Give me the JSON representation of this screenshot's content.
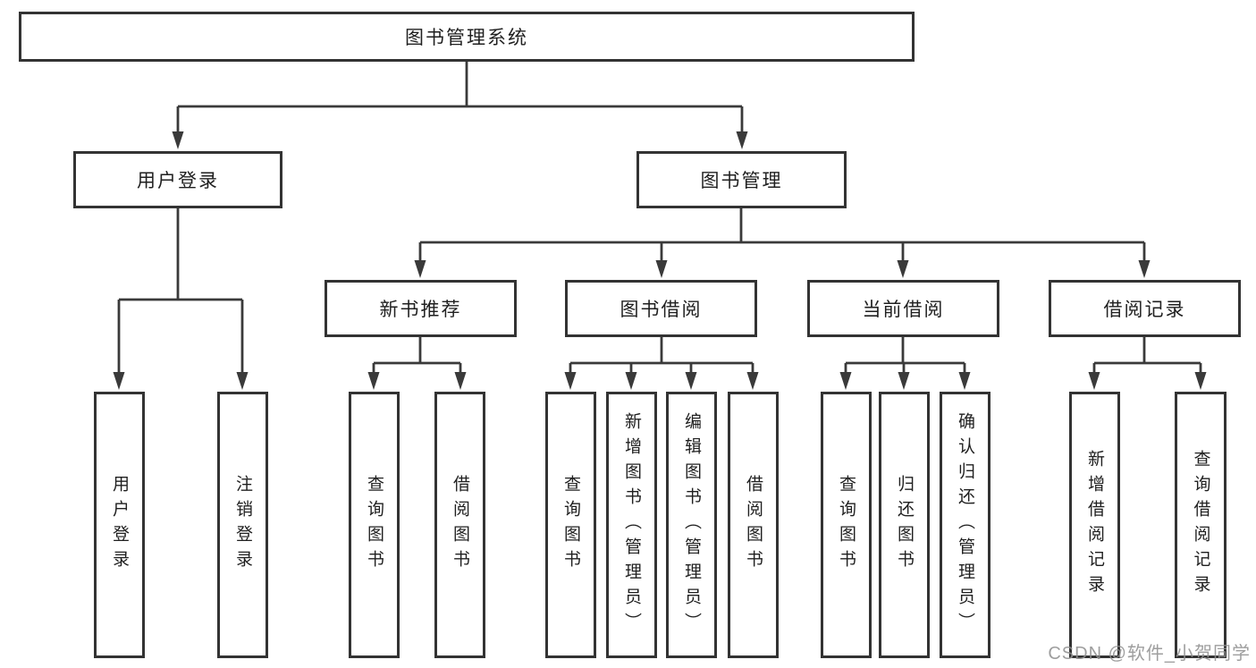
{
  "diagram": {
    "title": "图书管理系统",
    "root": {
      "label": "图书管理系统"
    },
    "level2": [
      {
        "label": "用户登录"
      },
      {
        "label": "图书管理"
      }
    ],
    "level3": [
      {
        "label": "新书推荐",
        "parent": "图书管理"
      },
      {
        "label": "图书借阅",
        "parent": "图书管理"
      },
      {
        "label": "当前借阅",
        "parent": "图书管理"
      },
      {
        "label": "借阅记录",
        "parent": "图书管理"
      }
    ],
    "leaves": [
      {
        "label": "用户登录",
        "parent": "用户登录"
      },
      {
        "label": "注销登录",
        "parent": "用户登录"
      },
      {
        "label": "查询图书",
        "parent": "新书推荐"
      },
      {
        "label": "借阅图书",
        "parent": "新书推荐"
      },
      {
        "label": "查询图书",
        "parent": "图书借阅"
      },
      {
        "label": "新增图书（管理员）",
        "parent": "图书借阅"
      },
      {
        "label": "编辑图书（管理员）",
        "parent": "图书借阅"
      },
      {
        "label": "借阅图书",
        "parent": "图书借阅"
      },
      {
        "label": "查询图书",
        "parent": "当前借阅"
      },
      {
        "label": "归还图书",
        "parent": "当前借阅"
      },
      {
        "label": "确认归还（管理员）",
        "parent": "当前借阅"
      },
      {
        "label": "新增借阅记录",
        "parent": "借阅记录"
      },
      {
        "label": "查询借阅记录",
        "parent": "借阅记录"
      }
    ],
    "watermark": "CSDN @软件_小贺同学",
    "colors": {
      "background": "#ffffff",
      "box_border": "#333333",
      "connector": "#3a3a3a",
      "text": "#1f1f1f",
      "watermark": "#919191"
    }
  }
}
